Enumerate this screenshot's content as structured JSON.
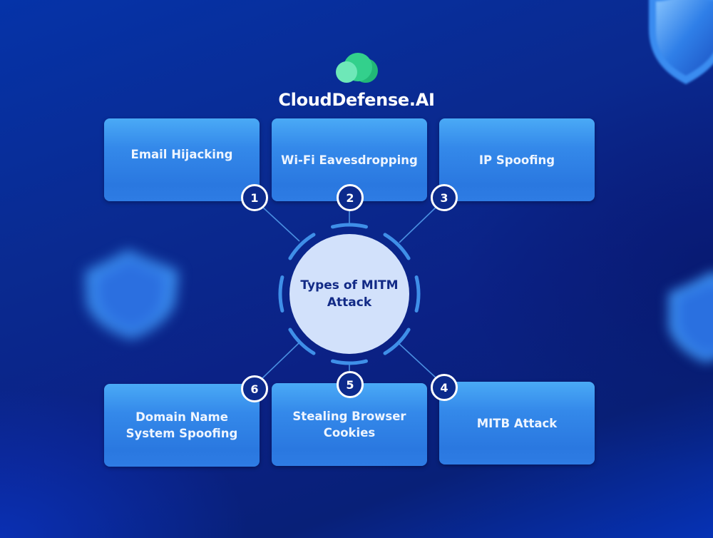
{
  "brand": {
    "name": "CloudDefense.AI",
    "logo_icon": "cloud-icon",
    "logo_colors": [
      "#2fd08a",
      "#4fe3a8",
      "#7af0c3"
    ]
  },
  "center": {
    "title": "Types of MITM\nAttack"
  },
  "attacks": [
    {
      "number": "1",
      "label": "Email Hijacking"
    },
    {
      "number": "2",
      "label": "Wi-Fi Eavesdropping"
    },
    {
      "number": "3",
      "label": "IP Spoofing"
    },
    {
      "number": "4",
      "label": "MITB Attack"
    },
    {
      "number": "5",
      "label": "Stealing Browser\nCookies"
    },
    {
      "number": "6",
      "label": "Domain Name\nSystem Spoofing"
    }
  ],
  "decorations": [
    "shield-icon",
    "shield-icon",
    "shield-icon"
  ],
  "colors": {
    "background": "#0a2a90",
    "card": "#3489ea",
    "badge": "#0c2a8c",
    "hub": "#d2e1fb",
    "hub_text": "#122a86",
    "ring": "#3f8fe8",
    "connector": "#4a8fe0"
  }
}
